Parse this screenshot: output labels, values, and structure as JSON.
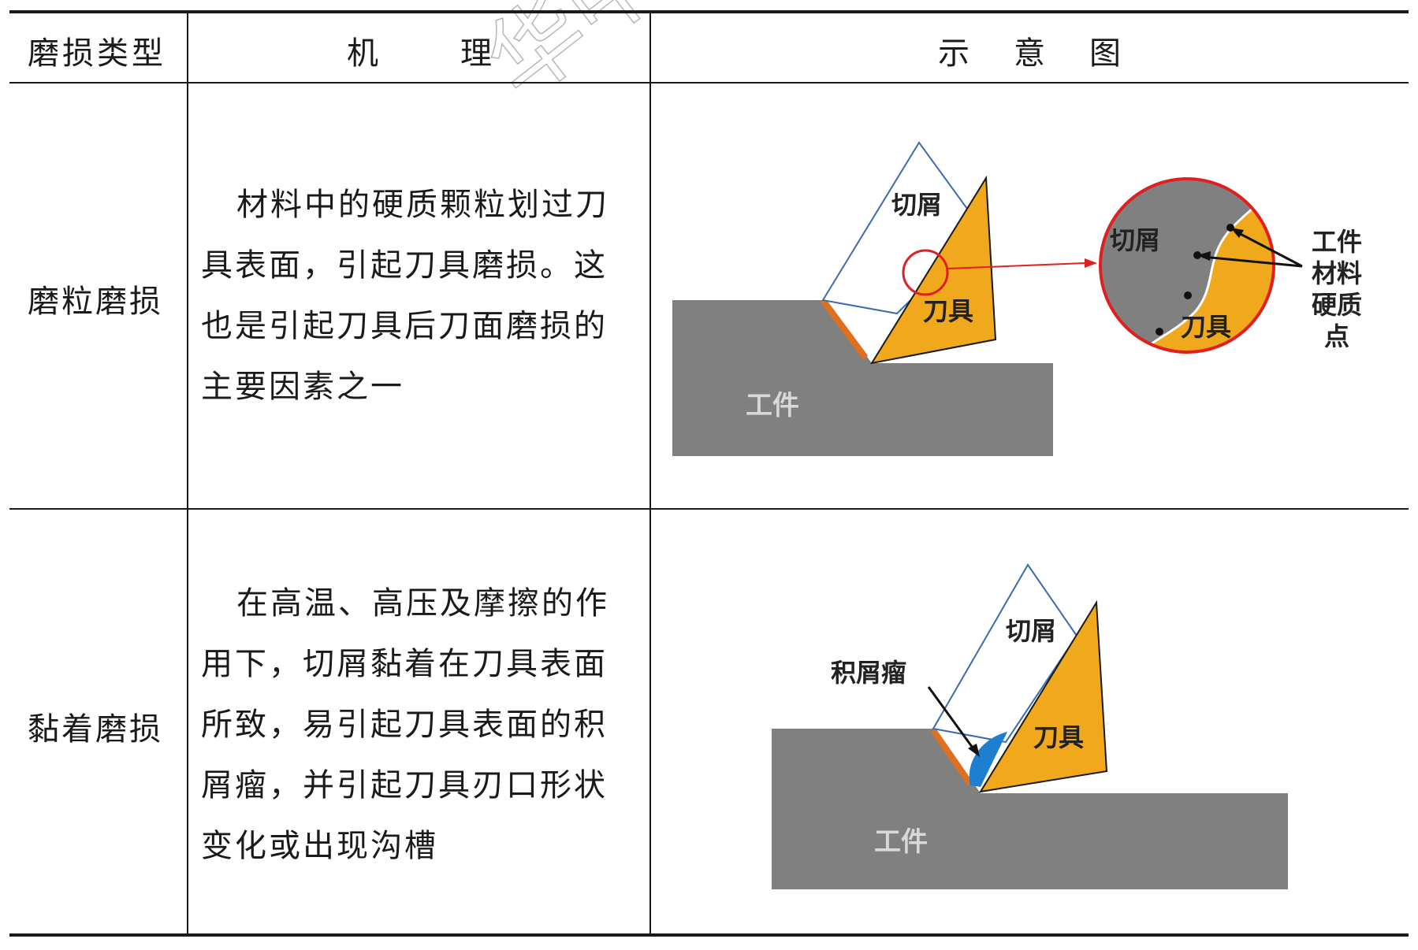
{
  "header": {
    "col1": "磨损类型",
    "col2": "机　　理",
    "col3": "示　意　图"
  },
  "rows": [
    {
      "type": "磨粒磨损",
      "mechanism_lines": [
        "材料中的硬质颗粒划过刀",
        "具表面，引起刀具磨损。这",
        "也是引起刀具后刀面磨损的",
        "主要因素之一"
      ],
      "diagram": {
        "chip": "切屑",
        "tool": "刀具",
        "workpiece": "工件",
        "zoom_chip": "切屑",
        "zoom_tool": "刀具",
        "hard_points": [
          "工件",
          "材料",
          "硬质",
          "点"
        ]
      }
    },
    {
      "type": "黏着磨损",
      "mechanism_lines": [
        "在高温、高压及摩擦的作",
        "用下，切屑黏着在刀具表面",
        "所致，易引起刀具表面的积",
        "屑瘤，并引起刀具刃口形状",
        "变化或出现沟槽"
      ],
      "diagram": {
        "chip": "切屑",
        "tool": "刀具",
        "workpiece": "工件",
        "buildup": "积屑瘤"
      }
    }
  ],
  "watermark": "华中",
  "colors": {
    "tool": "#f0a81c",
    "workpiece": "#808080",
    "chip_outline": "#3a6ab0",
    "wear_edge": "#e07020",
    "buildup": "#1e7fd0",
    "zoom_circle": "#e02020"
  }
}
